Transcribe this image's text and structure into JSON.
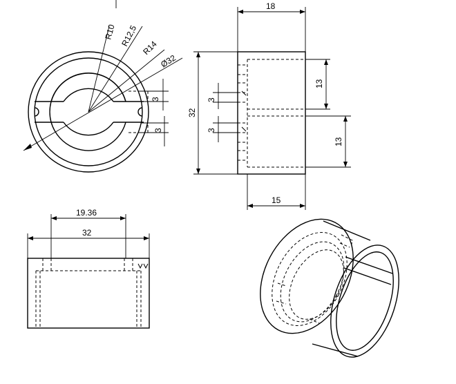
{
  "dimensions": {
    "r10": "R10",
    "r12_5": "R12,5",
    "r14": "R14",
    "dia32": "Ø32",
    "top_slot_3": "3",
    "bot_slot_3": "3",
    "side_width_18": "18",
    "side_height_32": "32",
    "side_slot_3_top": "3",
    "side_slot_3_bot": "3",
    "side_13_top": "13",
    "side_13_bot": "13",
    "side_15": "15",
    "bottom_19_36": "19.36",
    "bottom_32": "32"
  },
  "colors": {
    "line": "#000000",
    "background": "#ffffff"
  }
}
